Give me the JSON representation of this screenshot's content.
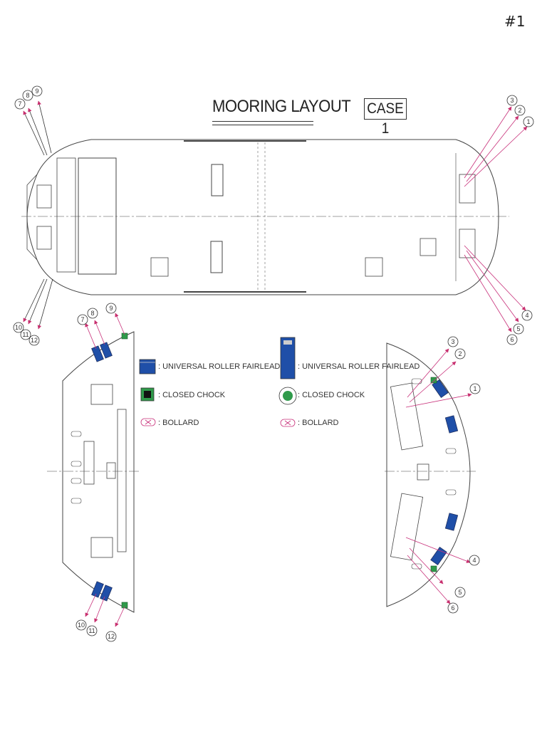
{
  "page_number": "#1",
  "title": "MOORING LAYOUT",
  "case_label": "CASE 1",
  "legend_left": [
    {
      "label": ": UNIVERSAL ROLLER FAIRLEAD",
      "icon": "universal-roller-fairlead"
    },
    {
      "label": ": CLOSED CHOCK",
      "icon": "closed-chock"
    },
    {
      "label": ": BOLLARD",
      "icon": "bollard"
    }
  ],
  "legend_right": [
    {
      "label": ": UNIVERSAL ROLLER FAIRLEAD",
      "icon": "universal-roller-fairlead"
    },
    {
      "label": ": CLOSED CHOCK",
      "icon": "closed-chock"
    },
    {
      "label": ": BOLLARD",
      "icon": "bollard"
    }
  ],
  "mooring_lines_main": [
    "1",
    "2",
    "3",
    "4",
    "5",
    "6",
    "7",
    "8",
    "9",
    "10",
    "11",
    "12"
  ],
  "mooring_lines_stern_detail": [
    "7",
    "8",
    "9",
    "10",
    "11",
    "12"
  ],
  "mooring_lines_bow_detail": [
    "1",
    "2",
    "3",
    "4",
    "5",
    "6"
  ],
  "colors": {
    "fairlead": "#1f4fa8",
    "chock": "#2f9a4a",
    "mooring_line": "#c8307a",
    "arrow": "#c8306f",
    "hull": "#444444"
  }
}
